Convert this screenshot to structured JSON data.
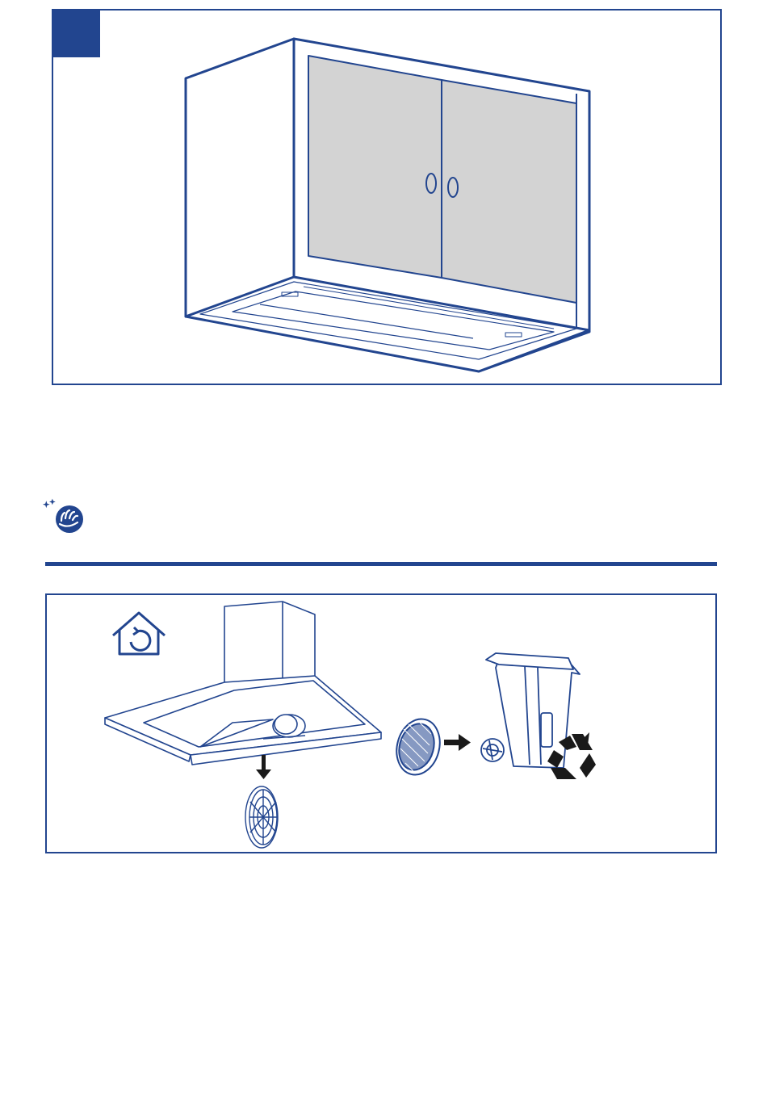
{
  "colors": {
    "brand_blue": "#22458f",
    "panel_grey": "#d3d3d3",
    "black": "#1a1a1a",
    "white": "#ffffff"
  },
  "figure_1": {
    "subject": "wall-cabinet-with-integrated-hood",
    "step_tab": "filled-blue-square"
  },
  "cleaning_icon": {
    "icon": "hand-wiping-sparkle-icon"
  },
  "figure_2": {
    "icons": [
      "home-recirculation-icon",
      "range-hood",
      "grease-filter",
      "down-arrow-icon",
      "carbon-filter",
      "right-arrow-icon",
      "wheelie-bin",
      "recycle-icon"
    ]
  }
}
